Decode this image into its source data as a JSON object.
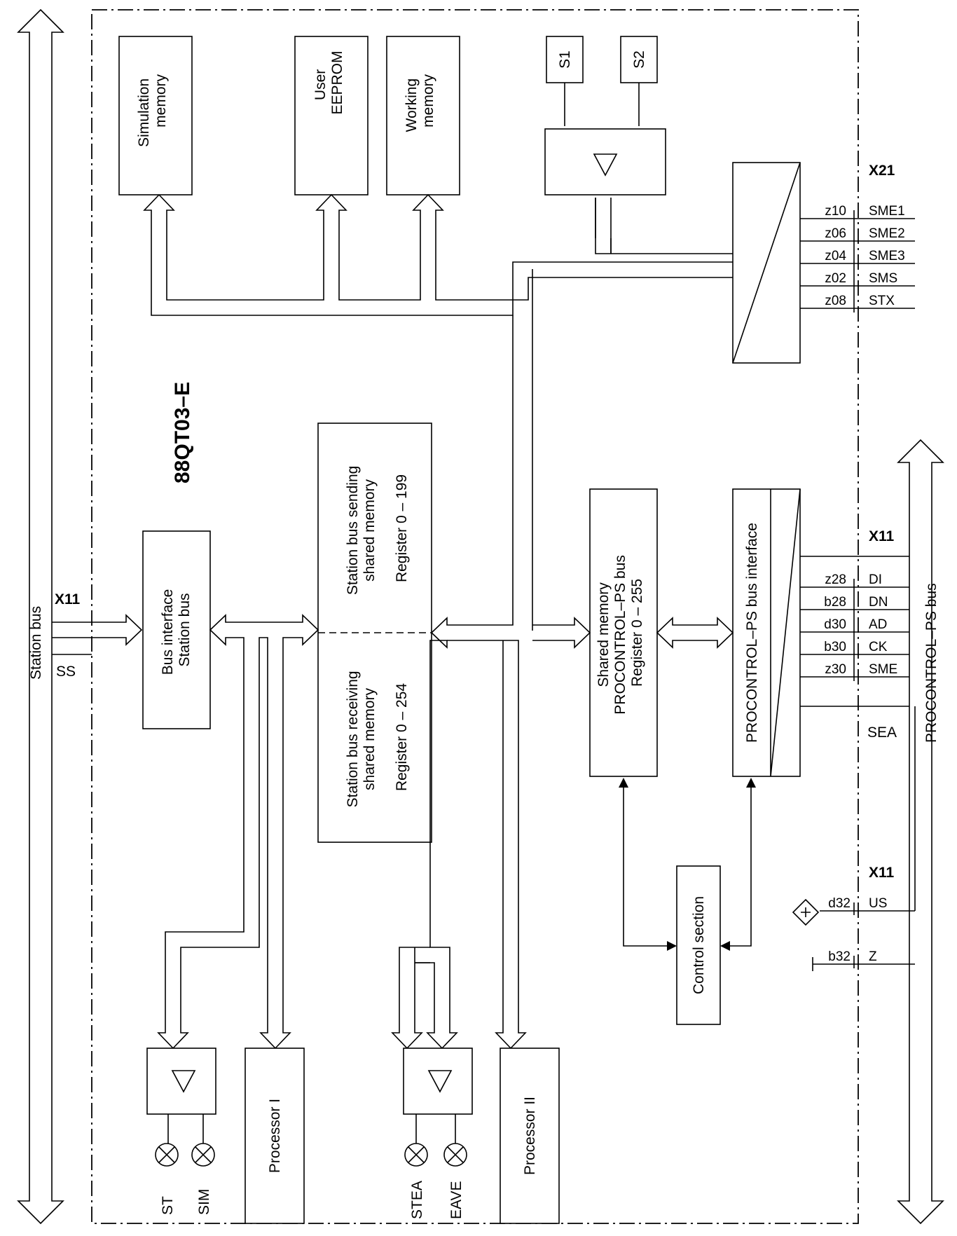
{
  "module_id": "88QT03–E",
  "station_bus": "Station bus",
  "procontrol_ps_bus": "PROCONTROL–PS bus",
  "left_connector": {
    "title": "X11",
    "ss": "SS"
  },
  "blocks": {
    "simulation_memory": [
      "Simulation",
      "memory"
    ],
    "user_eeprom": [
      "User",
      "EEPROM"
    ],
    "working_memory": [
      "Working",
      "memory"
    ],
    "s1": "S1",
    "s2": "S2",
    "bus_interface_station": [
      "Bus interface",
      "Station bus"
    ],
    "station_bus_sending": [
      "Station bus sending",
      "shared memory",
      "Register 0 – 199"
    ],
    "station_bus_receiving": [
      "Station bus receiving",
      "shared memory",
      "Register 0 – 254"
    ],
    "shared_memory_ps": [
      "Shared memory",
      "PROCONTROL–PS bus",
      "Register 0 – 255"
    ],
    "ps_bus_interface": "PROCONTROL–PS bus interface",
    "control_section": "Control section",
    "processor_1": "Processor I",
    "processor_2": "Processor II"
  },
  "leds_left": [
    "ST",
    "SIM"
  ],
  "leds_right": [
    "STEA",
    "EAVE"
  ],
  "x21": {
    "title": "X21",
    "pins": [
      {
        "pin": "z10",
        "signal": "SME1"
      },
      {
        "pin": "z06",
        "signal": "SME2"
      },
      {
        "pin": "z04",
        "signal": "SME3"
      },
      {
        "pin": "z02",
        "signal": "SMS"
      },
      {
        "pin": "z08",
        "signal": "STX"
      }
    ]
  },
  "x11_ps": {
    "title": "X11",
    "pins": [
      {
        "pin": "z28",
        "signal": "DI"
      },
      {
        "pin": "b28",
        "signal": "DN"
      },
      {
        "pin": "d30",
        "signal": "AD"
      },
      {
        "pin": "b30",
        "signal": "CK"
      },
      {
        "pin": "z30",
        "signal": "SME"
      }
    ],
    "sea": "SEA"
  },
  "x11_power": {
    "title": "X11",
    "pins": [
      {
        "pin": "d32",
        "signal": "US"
      },
      {
        "pin": "b32",
        "signal": "Z"
      }
    ]
  }
}
